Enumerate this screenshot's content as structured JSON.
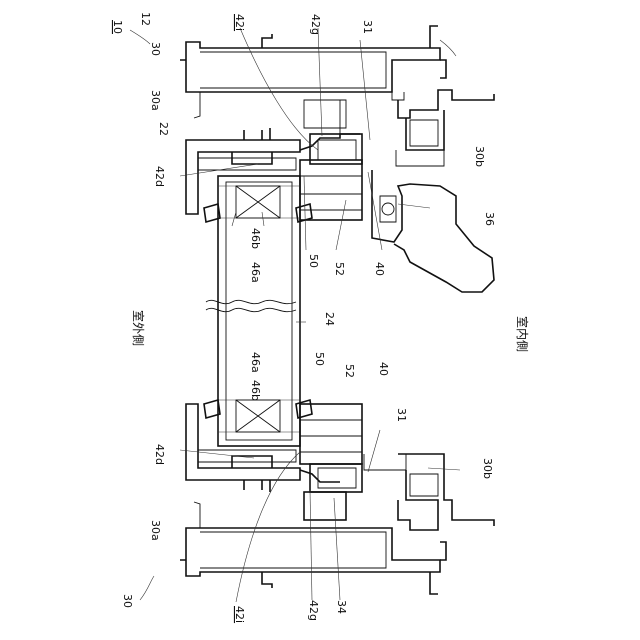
{
  "labels": {
    "fig_10": "10",
    "fig_12": "12",
    "fig_22": "22",
    "frame_30_top": "30",
    "frame_30_bottom": "30",
    "frame_30a_top": "30a",
    "frame_30a_bottom": "30a",
    "frame_30b_top": "30b",
    "frame_30b_bottom": "30b",
    "gasket_31_top": "31",
    "gasket_31_bottom": "31",
    "handle_36": "36",
    "part_34": "34",
    "part_40_top": "40",
    "part_40_bottom": "40",
    "part_42i_top": "42i",
    "part_42i_bottom": "42i",
    "part_42g_top": "42g",
    "part_42g_bottom": "42g",
    "part_42d_top": "42d",
    "part_42d_bottom": "42d",
    "part_46b_top": "46b",
    "part_46b_bottom": "46b",
    "part_46a_top": "46a",
    "part_46a_bottom": "46a",
    "part_50_top": "50",
    "part_50_bottom": "50",
    "part_52_top": "52",
    "part_52_bottom": "52",
    "glass_24": "24",
    "outdoor_side": "室外側",
    "indoor_side": "室内側"
  }
}
